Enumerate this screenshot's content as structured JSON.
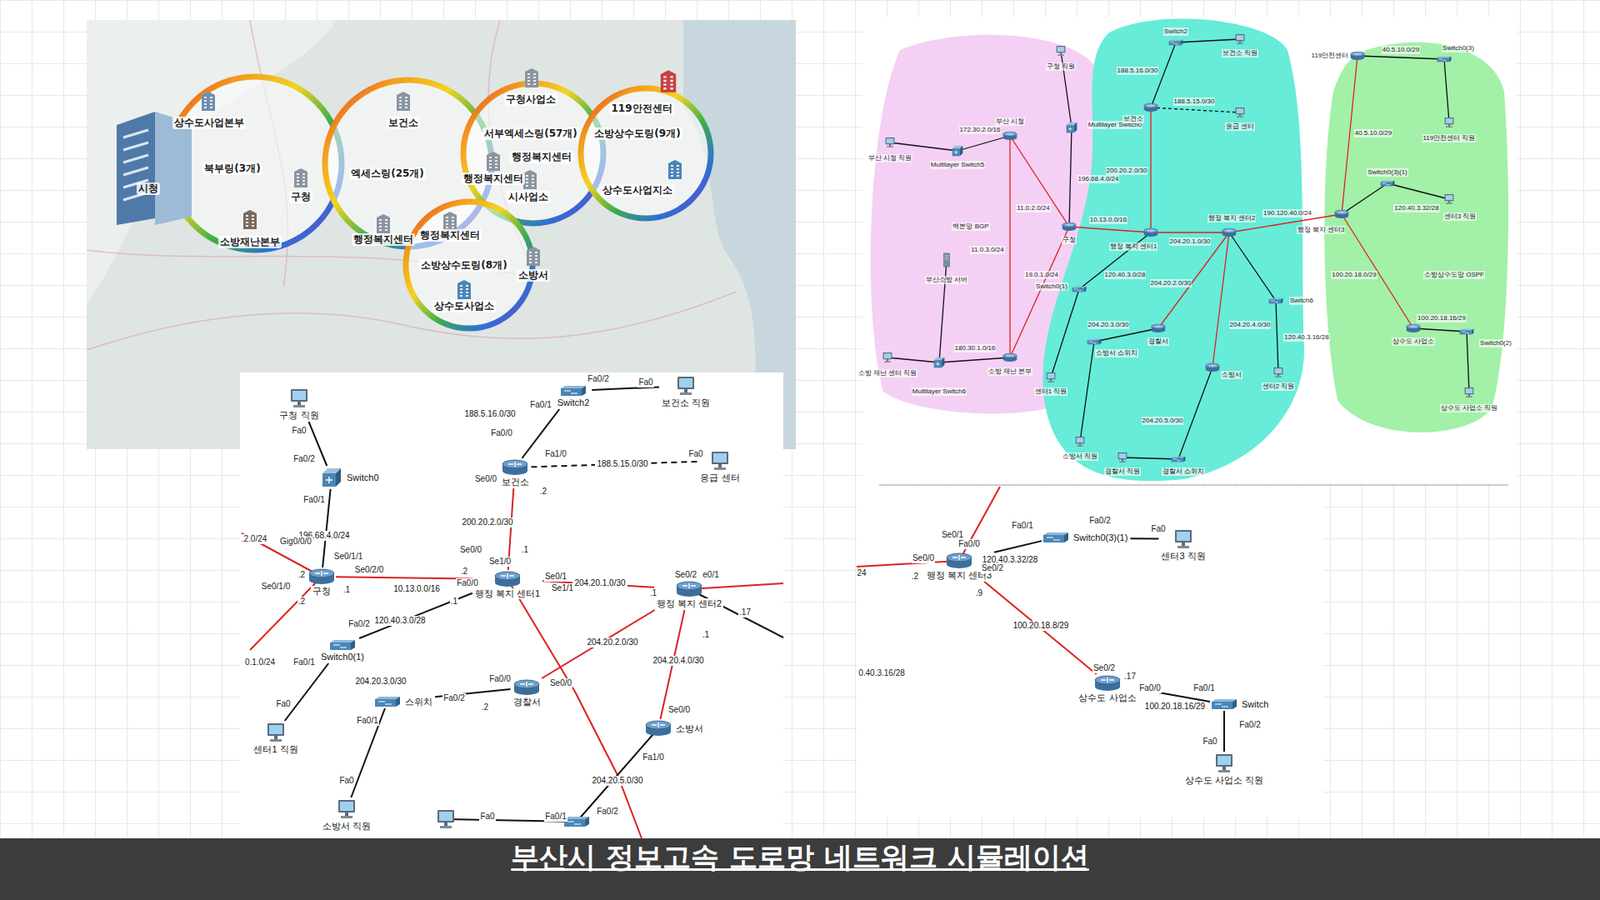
{
  "diagram": {
    "caption": "부산시 정보고속 도로망 네트워크 시뮬레이션",
    "nodes": [
      {
        "text": [
          "구청 직원"
        ]
      },
      {
        "text": [
          "Switch0"
        ]
      },
      {
        "text": [
          "구청"
        ]
      },
      {
        "text": [
          "행정 복지 센터1"
        ]
      },
      {
        "text": [
          "보건소"
        ]
      },
      {
        "text": [
          "Switch2"
        ]
      },
      {
        "text": [
          "보건소 직원"
        ]
      },
      {
        "text": [
          "응급 센터"
        ]
      },
      {
        "text": [
          "행정 복지 센터2"
        ]
      },
      {
        "text": [
          "Switch0(1)"
        ]
      },
      {
        "text": [
          "센터1 직원"
        ]
      },
      {
        "text": [
          "스위치"
        ]
      },
      {
        "text": [
          "소방서 직원"
        ]
      },
      {
        "text": [
          "경찰서"
        ]
      },
      {
        "text": [
          "소방서"
        ]
      },
      {
        "text": [
          "행정 복지 센터3"
        ]
      },
      {
        "text": [
          "Switch0(3)(1)"
        ]
      },
      {
        "text": [
          "센터3 직원"
        ]
      },
      {
        "text": [
          "상수도 사업소"
        ]
      },
      {
        "text": [
          "Switch"
        ]
      },
      {
        "text": [
          "상수도 사업소 직원"
        ]
      }
    ],
    "edges": [
      {
        "from": 0,
        "to": 1,
        "arrow": "none"
      },
      {
        "from": 1,
        "to": 2,
        "label": "196.68.4.0/24",
        "arrow": "none"
      },
      {
        "from": 2,
        "to": 3,
        "label": "10.13.0.0/16",
        "arrow": "none"
      },
      {
        "from": 3,
        "to": 4,
        "label": "200.20.2.0/30",
        "arrow": "none"
      },
      {
        "from": 4,
        "to": 5,
        "label": "188.5.16.0/30",
        "arrow": "none"
      },
      {
        "from": 5,
        "to": 6,
        "arrow": "none"
      },
      {
        "from": 4,
        "to": 7,
        "label": "188.5.15.0/30",
        "arrow": "none"
      },
      {
        "from": 3,
        "to": 8,
        "label": "204.20.1.0/30",
        "arrow": "none"
      },
      {
        "from": 3,
        "to": 9,
        "label": "120.40.3.0/28",
        "arrow": "none"
      },
      {
        "from": 9,
        "to": 10,
        "arrow": "none"
      },
      {
        "from": 11,
        "to": 13,
        "label": "204.20.3.0/30",
        "arrow": "none"
      },
      {
        "from": 11,
        "to": 12,
        "arrow": "none"
      },
      {
        "from": 13,
        "to": 8,
        "label": "204.20.2.0/30",
        "arrow": "none"
      },
      {
        "from": 8,
        "to": 14,
        "label": "204.20.4.0/30",
        "arrow": "none"
      },
      {
        "from": 15,
        "to": 16,
        "label": "120.40.3.32/28",
        "arrow": "none"
      },
      {
        "from": 16,
        "to": 17,
        "arrow": "none"
      },
      {
        "from": 15,
        "to": 18,
        "label": "100.20.18.8/29",
        "arrow": "none"
      },
      {
        "from": 18,
        "to": 19,
        "label": "100.20.18.16/29",
        "arrow": "none"
      },
      {
        "from": 19,
        "to": 20,
        "arrow": "none"
      }
    ],
    "labels": [
      "시청",
      "상수도사업본부",
      "북부링(3개)",
      "구청",
      "소방재난본부",
      "보건소",
      "엑세스링(25개)",
      "행정복지센터",
      "구청사업소",
      "서부엑세스링(57개)",
      "행정복지센터",
      "시사업소",
      "119안전센터",
      "소방상수도링(9개)",
      "상수도사업지소",
      "행정복지센터",
      "행정복지센터",
      "소방상수도링(8개)",
      "소방서",
      "상수도사업소",
      "구청 직원",
      "Multilayer Switch0",
      "196.68.4.0/24",
      "11.0.2.0/24",
      "구청",
      "부산 시청",
      "172.30.2.0/16",
      "Multilayer Switch5",
      "부산 시청 직원",
      "백본망 BGP",
      "11.0.3.0/24",
      "19.0.1.0/24",
      "부산소방 서버",
      "소방 재난 본부",
      "소방 재난 센터 직원",
      "Multilayer Switch6",
      "180.30.1.0/16",
      "Switch2",
      "보건소 직원",
      "188.5.16.0/30",
      "보건소",
      "188.5.15.0/30",
      "응급 센터",
      "200.20.2.0/30",
      "10.13.0.0/16",
      "행정 복지 센터1",
      "204.20.1.0/30",
      "행정 복지 센터2",
      "190.120.40.0/24",
      "120.40.3.0/28",
      "Switch0(1)",
      "204.20.3.0/30",
      "204.20.2.0/30",
      "204.20.4.0/30",
      "경찰서",
      "120.40.3.16/28",
      "Switch6",
      "센터2 직원",
      "센터1 직원",
      "소방서 스위치",
      "소방서",
      "204.20.5.0/30",
      "소방서 직원",
      "경찰서 직원",
      "경찰서 스위치",
      "119안전센터",
      "40.5.10.0/29",
      "Switch0(3)",
      "119안전센터 직원",
      "40.5.10.0/29",
      "Switch0(3)(1)",
      "120.40.3.32/28",
      "센터3 직원",
      "행정 복지 센터3",
      "소방상수도망 OSPF",
      "100.20.18.0/29",
      "상수도 사업소",
      "100.20.18.16/29",
      "Switch0(2)",
      "상수도 사업소 직원",
      "Fa0",
      "Fa0/2",
      "Fa0/1",
      "Gig0/0/0",
      "Se0/1/1",
      ".2",
      "Se0/2/0",
      ".1",
      "Se0/1/0",
      ".2",
      ".2.0/24",
      "0.1.0/24",
      "Fa0/2",
      "Fa0/1",
      "Fa0",
      "Fa0/2",
      "Fa0/1",
      "Fa0",
      ".2",
      "Fa0/0",
      "Se0/0",
      "Fa0/0",
      ".1",
      ".2",
      "Se0/0",
      "Se1/0",
      ".1",
      "Se0/1",
      "Se1/1",
      ".1",
      "Se0/2",
      "e0/1",
      ".17",
      ".1",
      "Se0/0",
      "Fa1/0",
      "Fa0/2",
      "Fa0/1",
      "Fa0",
      "Fa0/0",
      "Se0/0",
      ".2",
      "Fa1/0",
      "Fa0",
      "Fa0/1",
      "Fa0/2",
      "Fa0",
      "24",
      ".2",
      "Se0/0",
      "Se0/1",
      "Fa0/0",
      "Se0/2",
      ".9",
      "0.40.3.16/28",
      "Fa0/1",
      "Fa0/2",
      "Fa0",
      "Se0/2",
      ".17",
      "Fa0/0",
      "Fa0/1",
      "Fa0/2",
      "Fa0",
      "204.20.5.0/30"
    ]
  }
}
